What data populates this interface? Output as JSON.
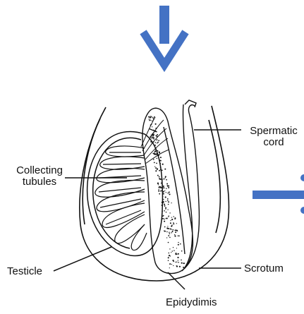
{
  "diagram": {
    "labels": {
      "spermatic_cord": [
        "Spermatic",
        "cord"
      ],
      "collecting_tubules": [
        "Collecting",
        "tubules"
      ],
      "testicle": "Testicle",
      "scrotum": "Scrotum",
      "epididymis": "Epidydimis"
    },
    "colors": {
      "arrow": "#4472c4",
      "line": "#111111",
      "background": "#ffffff"
    },
    "icons": {
      "down_arrow": "arrow-down-icon",
      "side_arrow": "arrow-right-partial-icon"
    }
  }
}
